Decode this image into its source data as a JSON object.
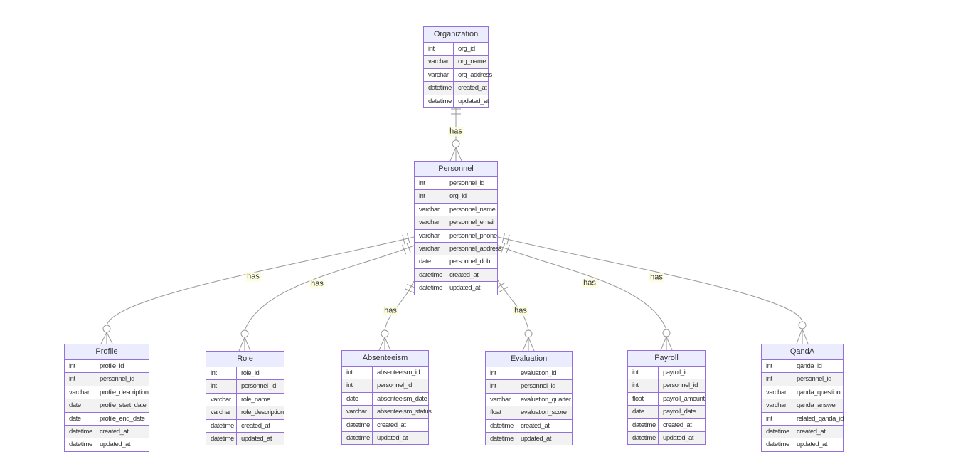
{
  "diagram": {
    "kind": "entity-relationship-diagram",
    "relationship_label_text": "has"
  },
  "colors": {
    "entity_border": "#9370DB",
    "entity_header_fill": "#ECECFF",
    "row_alt_fill": "#f2f2f2",
    "edge_line": "#999999",
    "text": "#333333",
    "label_background": "#fdfdde"
  },
  "entities": [
    {
      "name": "Organization",
      "rows": [
        {
          "type": "int",
          "name": "org_id"
        },
        {
          "type": "varchar",
          "name": "org_name"
        },
        {
          "type": "varchar",
          "name": "org_address"
        },
        {
          "type": "datetime",
          "name": "created_at"
        },
        {
          "type": "datetime",
          "name": "updated_at"
        }
      ]
    },
    {
      "name": "Personnel",
      "rows": [
        {
          "type": "int",
          "name": "personnel_id"
        },
        {
          "type": "int",
          "name": "org_id"
        },
        {
          "type": "varchar",
          "name": "personnel_name"
        },
        {
          "type": "varchar",
          "name": "personnel_email"
        },
        {
          "type": "varchar",
          "name": "personnel_phone"
        },
        {
          "type": "varchar",
          "name": "personnel_address"
        },
        {
          "type": "date",
          "name": "personnel_dob"
        },
        {
          "type": "datetime",
          "name": "created_at"
        },
        {
          "type": "datetime",
          "name": "updated_at"
        }
      ]
    },
    {
      "name": "Profile",
      "rows": [
        {
          "type": "int",
          "name": "profile_id"
        },
        {
          "type": "int",
          "name": "personnel_id"
        },
        {
          "type": "varchar",
          "name": "profile_description"
        },
        {
          "type": "date",
          "name": "profile_start_date"
        },
        {
          "type": "date",
          "name": "profile_end_date"
        },
        {
          "type": "datetime",
          "name": "created_at"
        },
        {
          "type": "datetime",
          "name": "updated_at"
        }
      ]
    },
    {
      "name": "Role",
      "rows": [
        {
          "type": "int",
          "name": "role_id"
        },
        {
          "type": "int",
          "name": "personnel_id"
        },
        {
          "type": "varchar",
          "name": "role_name"
        },
        {
          "type": "varchar",
          "name": "role_description"
        },
        {
          "type": "datetime",
          "name": "created_at"
        },
        {
          "type": "datetime",
          "name": "updated_at"
        }
      ]
    },
    {
      "name": "Absenteeism",
      "rows": [
        {
          "type": "int",
          "name": "absenteeism_id"
        },
        {
          "type": "int",
          "name": "personnel_id"
        },
        {
          "type": "date",
          "name": "absenteeism_date"
        },
        {
          "type": "varchar",
          "name": "absenteeism_status"
        },
        {
          "type": "datetime",
          "name": "created_at"
        },
        {
          "type": "datetime",
          "name": "updated_at"
        }
      ]
    },
    {
      "name": "Evaluation",
      "rows": [
        {
          "type": "int",
          "name": "evaluation_id"
        },
        {
          "type": "int",
          "name": "personnel_id"
        },
        {
          "type": "varchar",
          "name": "evaluation_quarter"
        },
        {
          "type": "float",
          "name": "evaluation_score"
        },
        {
          "type": "datetime",
          "name": "created_at"
        },
        {
          "type": "datetime",
          "name": "updated_at"
        }
      ]
    },
    {
      "name": "Payroll",
      "rows": [
        {
          "type": "int",
          "name": "payroll_id"
        },
        {
          "type": "int",
          "name": "personnel_id"
        },
        {
          "type": "float",
          "name": "payroll_amount"
        },
        {
          "type": "date",
          "name": "payroll_date"
        },
        {
          "type": "datetime",
          "name": "created_at"
        },
        {
          "type": "datetime",
          "name": "updated_at"
        }
      ]
    },
    {
      "name": "QandA",
      "rows": [
        {
          "type": "int",
          "name": "qanda_id"
        },
        {
          "type": "int",
          "name": "personnel_id"
        },
        {
          "type": "varchar",
          "name": "qanda_question"
        },
        {
          "type": "varchar",
          "name": "qanda_answer"
        },
        {
          "type": "int",
          "name": "related_qanda_id"
        },
        {
          "type": "datetime",
          "name": "created_at"
        },
        {
          "type": "datetime",
          "name": "updated_at"
        }
      ]
    }
  ],
  "relationships": [
    {
      "from": "Organization",
      "to": "Personnel",
      "label": "has",
      "parent_cardinality": "exactly-one",
      "child_cardinality": "zero-or-more"
    },
    {
      "from": "Personnel",
      "to": "Profile",
      "label": "has",
      "parent_cardinality": "exactly-one",
      "child_cardinality": "zero-or-more"
    },
    {
      "from": "Personnel",
      "to": "Role",
      "label": "has",
      "parent_cardinality": "exactly-one",
      "child_cardinality": "zero-or-more"
    },
    {
      "from": "Personnel",
      "to": "Absenteeism",
      "label": "has",
      "parent_cardinality": "exactly-one",
      "child_cardinality": "zero-or-more"
    },
    {
      "from": "Personnel",
      "to": "Evaluation",
      "label": "has",
      "parent_cardinality": "exactly-one",
      "child_cardinality": "zero-or-more"
    },
    {
      "from": "Personnel",
      "to": "Payroll",
      "label": "has",
      "parent_cardinality": "exactly-one",
      "child_cardinality": "zero-or-more"
    },
    {
      "from": "Personnel",
      "to": "QandA",
      "label": "has",
      "parent_cardinality": "exactly-one",
      "child_cardinality": "zero-or-more"
    }
  ]
}
